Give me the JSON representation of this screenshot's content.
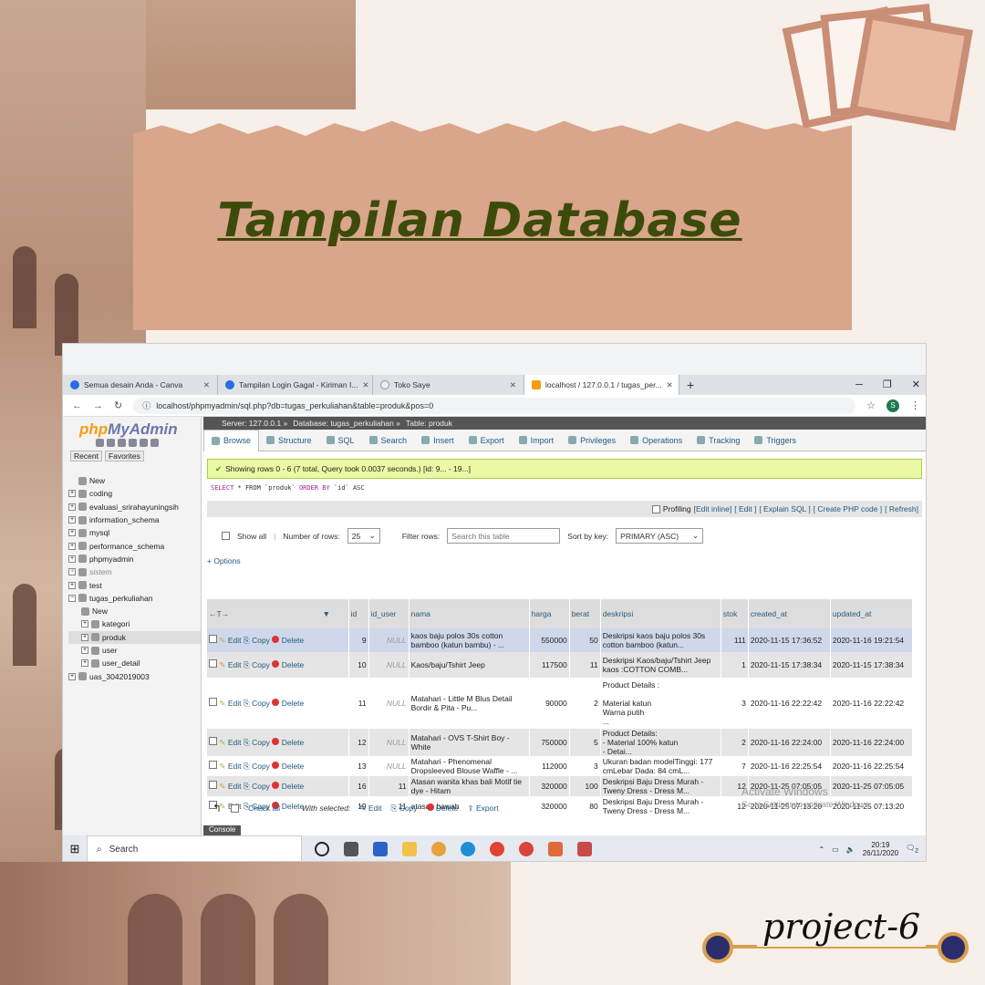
{
  "banner": {
    "title": "Tampilan Database"
  },
  "project_label": "project-6",
  "browser": {
    "tabs": [
      {
        "label": "Semua desain Anda - Canva"
      },
      {
        "label": "Tampilan Login Gagal - Kiriman I..."
      },
      {
        "label": "Toko Saye"
      },
      {
        "label": "localhost / 127.0.0.1 / tugas_per..."
      }
    ],
    "new_tab": "+",
    "url": "localhost/phpmyadmin/sql.php?db=tugas_perkuliahan&table=produk&pos=0",
    "profile": "S"
  },
  "sidebar": {
    "logo_php": "php",
    "logo_rest": "MyAdmin",
    "tabs": [
      "Recent",
      "Favorites"
    ],
    "tree": [
      {
        "label": "New",
        "level": 0
      },
      {
        "label": "coding",
        "level": 0
      },
      {
        "label": "evaluasi_srirahayuningsih",
        "level": 0
      },
      {
        "label": "information_schema",
        "level": 0
      },
      {
        "label": "mysql",
        "level": 0
      },
      {
        "label": "performance_schema",
        "level": 0
      },
      {
        "label": "phpmyadmin",
        "level": 0
      },
      {
        "label": "sistem",
        "level": 0
      },
      {
        "label": "test",
        "level": 0
      },
      {
        "label": "tugas_perkuliahan",
        "level": 0
      },
      {
        "label": "New",
        "level": 1
      },
      {
        "label": "kategori",
        "level": 1
      },
      {
        "label": "produk",
        "level": 1
      },
      {
        "label": "user",
        "level": 1
      },
      {
        "label": "user_detail",
        "level": 1
      },
      {
        "label": "uas_3042019003",
        "level": 0
      }
    ]
  },
  "breadcrumb": {
    "server": "Server: 127.0.0.1 »",
    "database": "Database: tugas_perkuliahan »",
    "table": "Table: produk"
  },
  "menu": [
    "Browse",
    "Structure",
    "SQL",
    "Search",
    "Insert",
    "Export",
    "Import",
    "Privileges",
    "Operations",
    "Tracking",
    "Triggers"
  ],
  "success_message": "Showing rows 0 - 6 (7 total, Query took 0.0037 seconds.) [id: 9... - 19...]",
  "sql_query": {
    "kw1": "SELECT",
    "mid": " * FROM `produk` ",
    "kw2": "ORDER BY",
    "end": " `id` ASC"
  },
  "profiling": {
    "label": "Profiling",
    "links": [
      "[Edit inline]",
      "[ Edit ]",
      "[ Explain SQL ]",
      "[ Create PHP code ]",
      "[ Refresh]"
    ]
  },
  "controls": {
    "show_all": "Show all",
    "rows_label": "Number of rows:",
    "rows_value": "25",
    "filter_label": "Filter rows:",
    "filter_placeholder": "Search this table",
    "sort_label": "Sort by key:",
    "sort_value": "PRIMARY (ASC)"
  },
  "options_link": "+ Options",
  "table": {
    "headers": [
      "id",
      "id_user",
      "nama",
      "harga",
      "berat",
      "deskripsi",
      "stok",
      "created_at",
      "updated_at"
    ],
    "actions": {
      "edit": "Edit",
      "copy": "Copy",
      "delete": "Delete"
    },
    "rows": [
      {
        "id": "9",
        "id_user": "NULL",
        "nama": "kaos baju polos 30s cotton bamboo (katun bambu) - ...",
        "harga": "550000",
        "berat": "50",
        "deskripsi": "Deskripsi kaos baju polos 30s cotton bamboo (katun...",
        "stok": "111",
        "created_at": "2020-11-15 17:36:52",
        "updated_at": "2020-11-16 19:21:54"
      },
      {
        "id": "10",
        "id_user": "NULL",
        "nama": "Kaos/baju/Tshirt Jeep",
        "harga": "117500",
        "berat": "11",
        "deskripsi": "Deskripsi Kaos/baju/Tshirt Jeep\nkaos :COTTON COMB...",
        "stok": "1",
        "created_at": "2020-11-15 17:38:34",
        "updated_at": "2020-11-15 17:38:34"
      },
      {
        "id": "11",
        "id_user": "NULL",
        "nama": "Matahari - Little M Blus Detail Bordir & Pita - Pu...",
        "harga": "90000",
        "berat": "2",
        "deskripsi": "Product Details :\n\nMaterial katun\nWarna putih\n...",
        "stok": "3",
        "created_at": "2020-11-16 22:22:42",
        "updated_at": "2020-11-16 22:22:42"
      },
      {
        "id": "12",
        "id_user": "NULL",
        "nama": "Matahari - OVS T-Shirt Boy - White",
        "harga": "750000",
        "berat": "5",
        "deskripsi": "Product Details:\n- Material 100% katun\n- Detai...",
        "stok": "2",
        "created_at": "2020-11-16 22:24:00",
        "updated_at": "2020-11-16 22:24:00"
      },
      {
        "id": "13",
        "id_user": "NULL",
        "nama": "Matahari - Phenomenal Dropsleeved Blouse Waffle - ...",
        "harga": "112000",
        "berat": "3",
        "deskripsi": "Ukuran badan modelTinggi: 177 cmLebar Dada: 84 cmL...",
        "stok": "7",
        "created_at": "2020-11-16 22:25:54",
        "updated_at": "2020-11-16 22:25:54"
      },
      {
        "id": "16",
        "id_user": "11",
        "nama": "Atasan wanita khas bali Motif tie dye - Hitam",
        "harga": "320000",
        "berat": "100",
        "deskripsi": "Deskripsi Baju Dress Murah - Tweny Dress - Dress M...",
        "stok": "12",
        "created_at": "2020-11-25 07:05:05",
        "updated_at": "2020-11-25 07:05:05"
      },
      {
        "id": "19",
        "id_user": "11",
        "nama": "atasan bawah",
        "harga": "320000",
        "berat": "80",
        "deskripsi": "Deskripsi Baju Dress Murah - Tweny Dress - Dress M...",
        "stok": "12",
        "created_at": "2020-11-25 07:13:20",
        "updated_at": "2020-11-25 07:13:20"
      }
    ]
  },
  "footer": {
    "check_all": "Check all",
    "with_selected": "With selected:",
    "edit": "Edit",
    "copy": "Copy",
    "delete": "Delete",
    "export": "Export"
  },
  "watermark": {
    "line1": "Activate Windows",
    "line2": "Go to Settings to activate Windows."
  },
  "console_label": "Console",
  "taskbar": {
    "search": "Search",
    "time": "20:19",
    "date": "26/11/2020",
    "notif": "2"
  },
  "colors": {
    "banner": "#d9a58b",
    "title": "#3d4b0a",
    "accent": "#d9a04f",
    "navy": "#2b2c6b"
  }
}
